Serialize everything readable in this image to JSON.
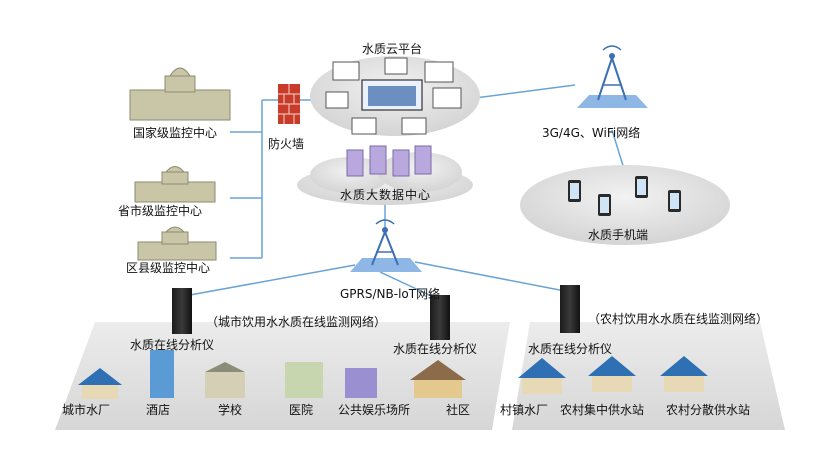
{
  "cloud_platform": {
    "label": "水质云平台"
  },
  "big_data_center": {
    "label": "水质大数据中心"
  },
  "firewall": {
    "label": "防火墙"
  },
  "wireless_network": {
    "label": "3G/4G、WiFi网络"
  },
  "mobile_terminal": {
    "label": "水质手机端"
  },
  "gprs_network": {
    "label": "GPRS/NB-loT网络"
  },
  "monitoring_centers": [
    {
      "label": "国家级监控中心"
    },
    {
      "label": "省市级监控中心"
    },
    {
      "label": "区县级监控中心"
    }
  ],
  "urban_network": {
    "label": "（城市饮用水水质在线监测网络）",
    "analyzer_labels": [
      "水质在线分析仪",
      "水质在线分析仪"
    ],
    "sites": [
      "城市水厂",
      "酒店",
      "学校",
      "医院",
      "公共娱乐场所",
      "社区"
    ]
  },
  "rural_network": {
    "label": "（农村饮用水水质在线监测网络）",
    "analyzer_label": "水质在线分析仪",
    "sites": [
      "村镇水厂",
      "农村集中供水站",
      "农村分散供水站"
    ]
  },
  "colors": {
    "link_line": "#6aa3d6",
    "cloud_gray": "#d9d9d9",
    "ground_gray": "#e2e2e2",
    "tower_blue": "#3b6fb6"
  }
}
